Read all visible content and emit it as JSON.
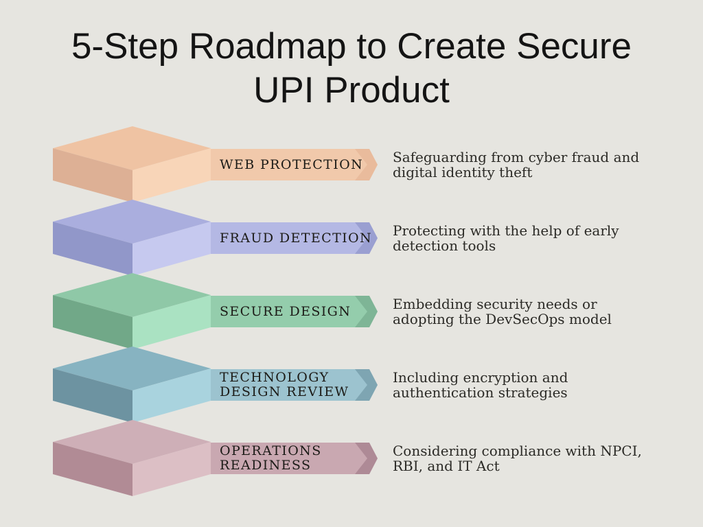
{
  "background": "#e6e5e0",
  "title": {
    "line1": "5-Step Roadmap to Create Secure",
    "line2": "UPI Product"
  },
  "steps": [
    {
      "title": "WEB PROTECTION",
      "description": "Safeguarding from cyber fraud and\ndigital identity theft",
      "colors": {
        "top": "#efc3a3",
        "left": "#ddb095",
        "front": "#f8d5b8",
        "banner": "#f1c9ab",
        "arrow": "#e9bb9c"
      }
    },
    {
      "title": "FRAUD DETECTION",
      "description": "Protecting with the help of early\ndetection tools",
      "colors": {
        "top": "#aaaede",
        "left": "#9197c9",
        "front": "#c6c9ef",
        "banner": "#b4b8e4",
        "arrow": "#9a9fd1"
      }
    },
    {
      "title": "SECURE DESIGN",
      "description": "Embedding security needs or\nadopting the DevSecOps model",
      "colors": {
        "top": "#8fc8a7",
        "left": "#71a888",
        "front": "#aae2c2",
        "banner": "#94cdac",
        "arrow": "#7eb596"
      }
    },
    {
      "title": "TECHNOLOGY\nDESIGN REVIEW",
      "description": "Including encryption and\nauthentication strategies",
      "colors": {
        "top": "#87b3c1",
        "left": "#6d93a1",
        "front": "#a9d3de",
        "banner": "#9cc3cf",
        "arrow": "#7ea5b2"
      }
    },
    {
      "title": "OPERATIONS\nREADINESS",
      "description": "Considering compliance with NPCI,\nRBI, and IT Act",
      "colors": {
        "top": "#ceafb7",
        "left": "#b18b95",
        "front": "#dcbfc5",
        "banner": "#c9a8b1",
        "arrow": "#ae8a96"
      }
    }
  ]
}
